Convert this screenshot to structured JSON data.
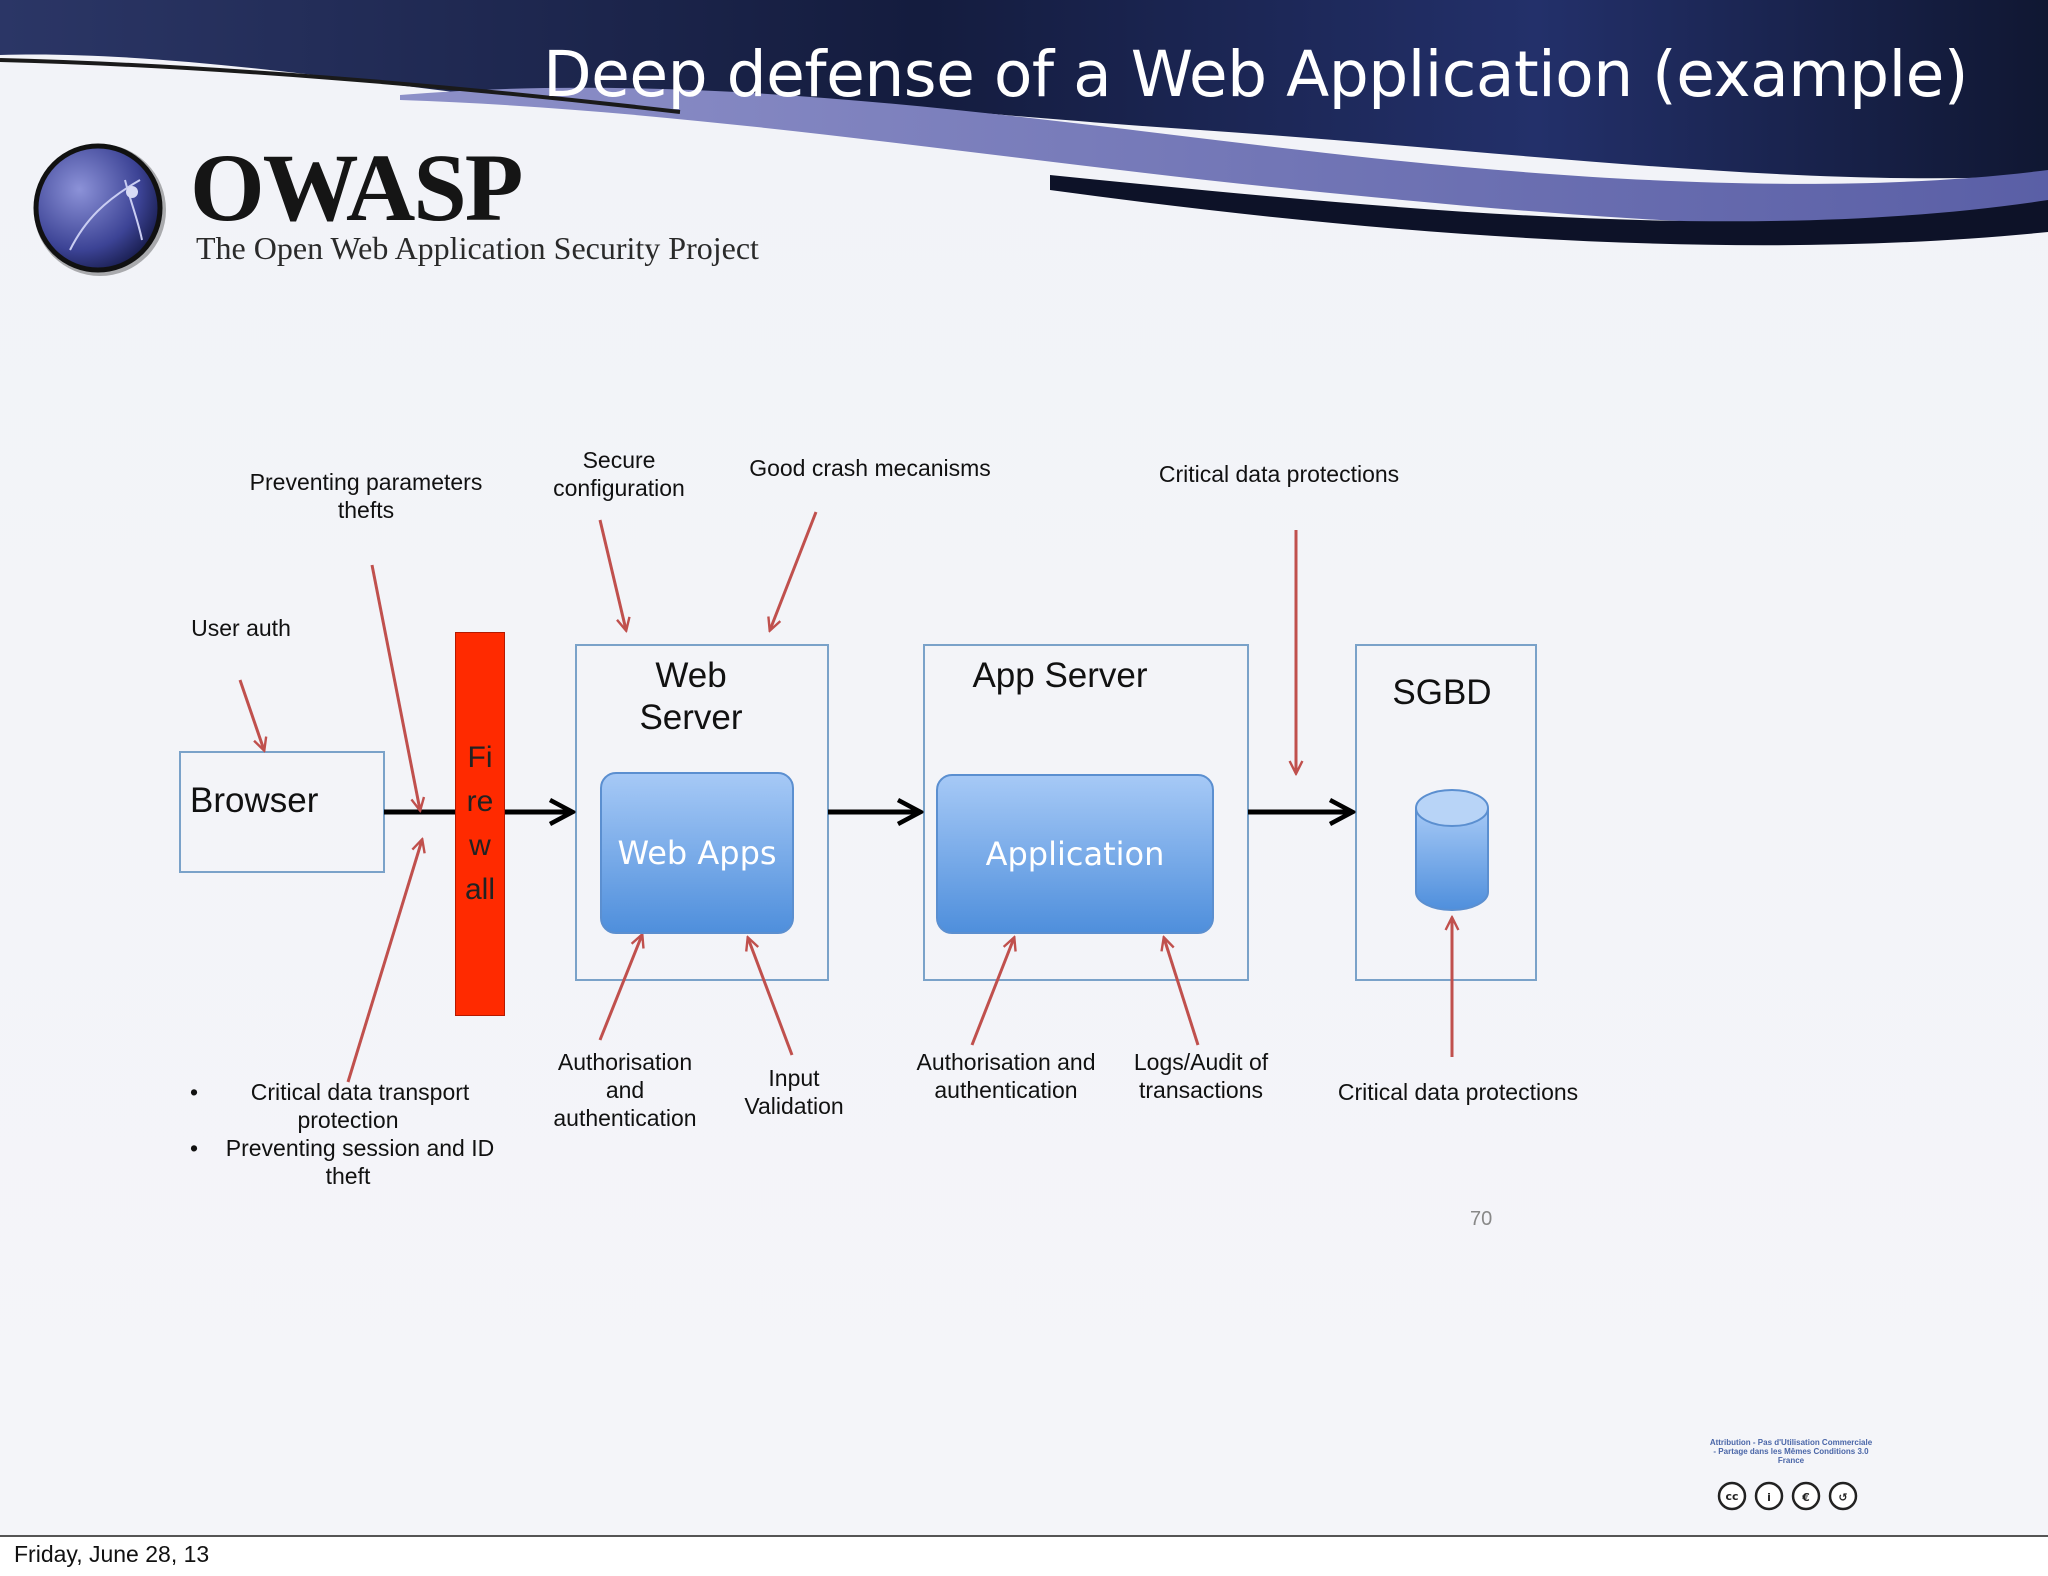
{
  "slide": {
    "title": "Deep defense of a Web Application (example)",
    "page_number": "70"
  },
  "logo": {
    "name": "OWASP",
    "tagline": "The Open Web Application Security Project"
  },
  "nodes": {
    "browser": "Browser",
    "firewall": [
      "Fi",
      "re",
      "w",
      "all"
    ],
    "web_server": "Web\nServer",
    "web_apps": "Web Apps",
    "app_server": "App Server",
    "application": "Application",
    "sgbd": "SGBD"
  },
  "annotations": {
    "user_auth": "User auth",
    "preventing_params": "Preventing parameters\nthefts",
    "secure_config": "Secure\nconfiguration",
    "crash": "Good crash mecanisms",
    "critical_top": "Critical data protections",
    "transport_1": "Critical data transport",
    "transport_2": "protection",
    "session_1": "Preventing session and ID",
    "session_2": "theft",
    "authz_web": "Authorisation\nand\nauthentication",
    "input_validation": "Input\nValidation",
    "authz_app": "Authorisation and\nauthentication",
    "logs": "Logs/Audit of\ntransactions",
    "critical_bottom": "Critical data protections"
  },
  "license": {
    "text": "Attribution - Pas d'Utilisation Commerciale - Partage dans les Mêmes Conditions 3.0 France"
  },
  "footer": {
    "date": "Friday, June 28, 13"
  },
  "colors": {
    "header_dark": "#1a2347",
    "header_band": "#5c62a8",
    "box_border": "#7aa2c9",
    "annotation_arrow": "#c0504d",
    "firewall": "#ff2a00",
    "shape_gradient_top": "#a6c9f6",
    "shape_gradient_bottom": "#4f8fdc"
  }
}
